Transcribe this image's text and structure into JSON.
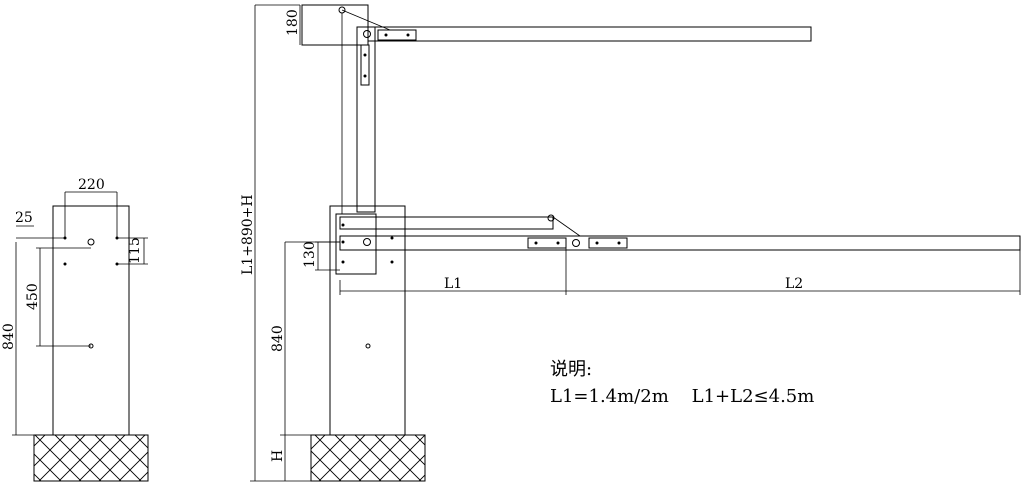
{
  "side_view": {
    "dim_width": "220",
    "dim_top": "25",
    "dim_hole_spacing": "115",
    "dim_mid": "450",
    "dim_height": "840"
  },
  "front_view": {
    "dim_arm_upper": "180",
    "dim_total": "L1+890+H",
    "dim_arm_lower": "130",
    "dim_height": "840",
    "dim_foundation": "H",
    "dim_l1": "L1",
    "dim_l2": "L2"
  },
  "notes": {
    "heading": "说明:",
    "line": "L1=1.4m/2m    L1+L2≤4.5m"
  }
}
